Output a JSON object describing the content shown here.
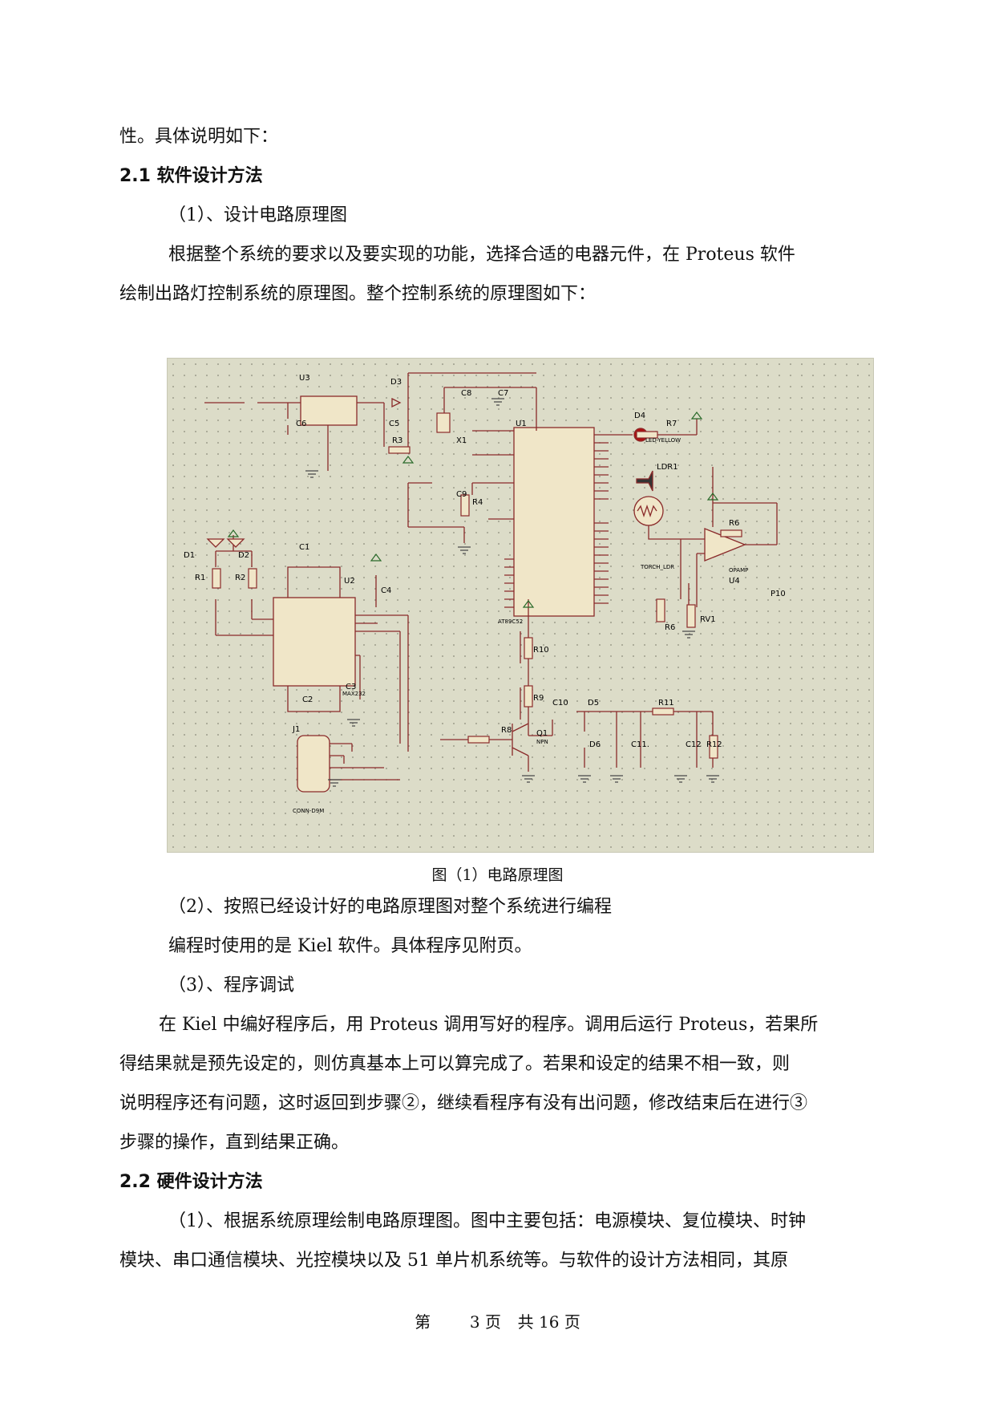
{
  "paragraphs": {
    "p0": "性。具体说明如下：",
    "h21": "2.1 软件设计方法",
    "s1": "（1）、设计电路原理图",
    "p1a": "根据整个系统的要求以及要实现的功能，选择合适的电器元件，在 Proteus 软件",
    "p1b": "绘制出路灯控制系统的原理图。整个控制系统的原理图如下：",
    "s2": "（2）、按照已经设计好的电路原理图对整个系统进行编程",
    "p2": "编程时使用的是 Kiel 软件。具体程序见附页。",
    "s3": "（3）、程序调试",
    "p3a": "在 Kiel 中编好程序后，用 Proteus 调用写好的程序。调用后运行 Proteus，若果所",
    "p3b": "得结果就是预先设定的，则仿真基本上可以算完成了。若果和设定的结果不相一致，则",
    "p3c": "说明程序还有问题，这时返回到步骤②，继续看程序有没有出问题，修改结束后在进行③",
    "p3d": "步骤的操作，直到结果正确。",
    "h22": "2.2 硬件设计方法",
    "p4a": "（1）、根据系统原理绘制电路原理图。图中主要包括：电源模块、复位模块、时钟",
    "p4b": "模块、串口通信模块、光控模块以及 51 单片机系统等。与软件的设计方法相同，其原"
  },
  "figure": {
    "caption": "图（1）电路原理图",
    "labels": {
      "u1": "U1",
      "u2": "U2",
      "u3": "U3",
      "u4": "U4",
      "c1": "C1",
      "c2": "C2",
      "c3": "C3",
      "c4": "C4",
      "c5": "C5",
      "c6": "C6",
      "c7": "C7",
      "c8": "C8",
      "c9": "C9",
      "c10": "C10",
      "c11": "C11.",
      "c12": "C12",
      "r1": "R1",
      "r2": "R2",
      "r3": "R3",
      "r4": "R4",
      "r6": "R6",
      "r7": "R7",
      "r8": "R8",
      "r9": "R9",
      "r10": "R10",
      "r11": "R11",
      "r12": "R12",
      "d1": "D1",
      "d2": "D2",
      "d3": "D3",
      "d4": "D4",
      "d5": "D5",
      "d6": "D6",
      "x1": "X1",
      "q1": "Q1",
      "rv1": "RV1",
      "j1": "J1",
      "ldr1": "LDR1",
      "ldr_part": "TORCH_LDR",
      "op_part": "OPAMP",
      "npn": "NPN",
      "conn": "CONN-D9M",
      "at89": "AT89C52",
      "max232": "MAX232",
      "led_yellow": "LED-YELLOW",
      "p10": "P10"
    }
  },
  "footer": {
    "page_word": "第",
    "page_num": "3",
    "page_unit": "页",
    "total_word": "共",
    "total_num": "16",
    "total_unit": "页"
  }
}
